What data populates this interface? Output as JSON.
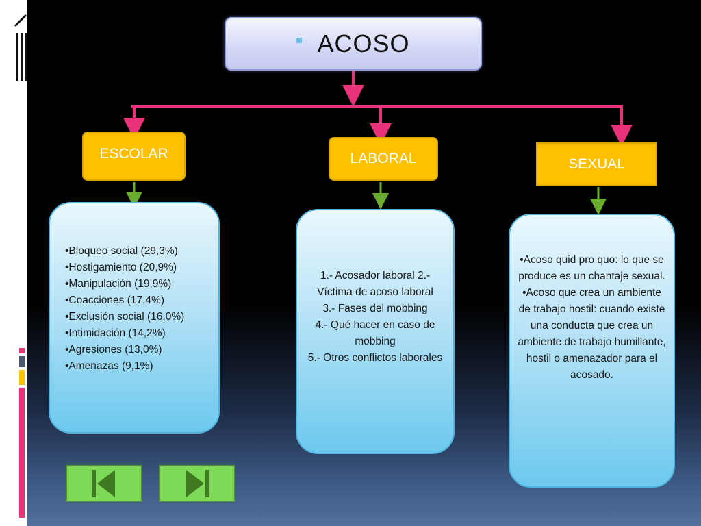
{
  "root": {
    "label": "ACOSO"
  },
  "categories": {
    "escolar": {
      "label": "ESCOLAR"
    },
    "laboral": {
      "label": "LABORAL"
    },
    "sexual": {
      "label": "SEXUAL"
    }
  },
  "details": {
    "escolar": [
      "•Bloqueo social (29,3%)",
      "•Hostigamiento (20,9%)",
      "•Manipulación (19,9%)",
      "•Coacciones (17,4%)",
      "•Exclusión social (16,0%)",
      "•Intimidación (14,2%)",
      "•Agresiones (13,0%)",
      "•Amenazas (9,1%)"
    ],
    "laboral": [
      "1.- Acosador laboral 2.- Víctima de acoso laboral",
      "3.- Fases del mobbing",
      "4.- Qué hacer en caso de mobbing",
      "5.- Otros conflictos laborales"
    ],
    "sexual": [
      "•Acoso quid pro quo: lo que se produce es un chantaje sexual.",
      "•Acoso que crea un ambiente de trabajo hostil: cuando existe una conducta que crea un ambiente de trabajo humillante, hostil o amenazador para el acosado."
    ]
  },
  "navigation": {
    "prev_icon": "skip-previous-icon",
    "next_icon": "skip-next-icon"
  },
  "colors": {
    "connector": "#e8337a",
    "sub_connector": "#6aad2e",
    "category_fill": "#ffc000",
    "detail_fill": "#7fd0f0",
    "nav_fill": "#7ed957"
  }
}
